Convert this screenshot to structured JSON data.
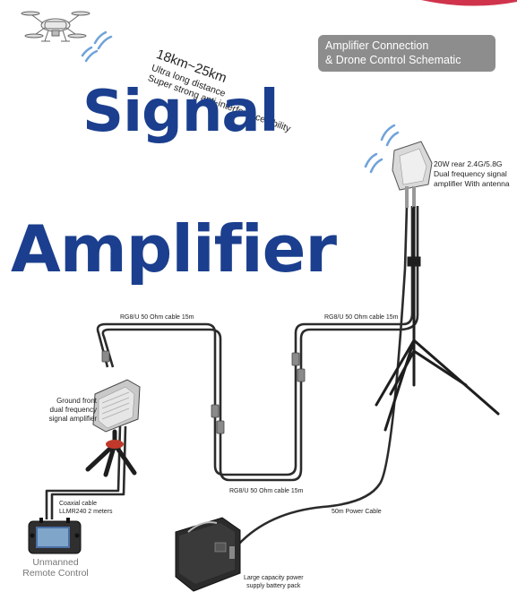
{
  "header": {
    "schematic_title_line1": "Amplifier Connection",
    "schematic_title_line2": "& Drone Control Schematic"
  },
  "headline": {
    "word1": "Signal",
    "word2": "Amplifier"
  },
  "tagline": {
    "range": "18km~25km",
    "line2": "Ultra long distance",
    "line3": "Super strong anti-interference ability"
  },
  "components": {
    "rear_amp_line1": "20W rear 2.4G/5.8G",
    "rear_amp_line2": "Dual frequency signal",
    "rear_amp_line3": "amplifier With antenna",
    "ground_amp_line1": "Ground front",
    "ground_amp_line2": "dual frequency",
    "ground_amp_line3": "signal amplifier",
    "remote_line1": "Unmanned",
    "remote_line2": "Remote Control",
    "battery_line1": "Large capacity power",
    "battery_line2": "supply battery pack"
  },
  "cables": {
    "top_left": "RG8/U 50 Ohm cable 15m",
    "top_right": "RG8/U 50 Ohm cable 15m",
    "bottom": "RG8/U 50 Ohm cable 15m",
    "coaxial_line1": "Coaxial cable",
    "coaxial_line2": "LLMR240 2 meters",
    "power": "50m Power Cable"
  },
  "icons": [
    "drone-icon",
    "wifi-signal-icon",
    "panel-antenna-icon",
    "tripod-icon",
    "amplifier-box-icon",
    "remote-control-icon",
    "battery-pack-icon"
  ],
  "colors": {
    "headline": "#1b3f8e",
    "badge": "#8d8d8d",
    "signal_waves": "#6fa3da",
    "accent_swoosh": "#c8102e"
  }
}
